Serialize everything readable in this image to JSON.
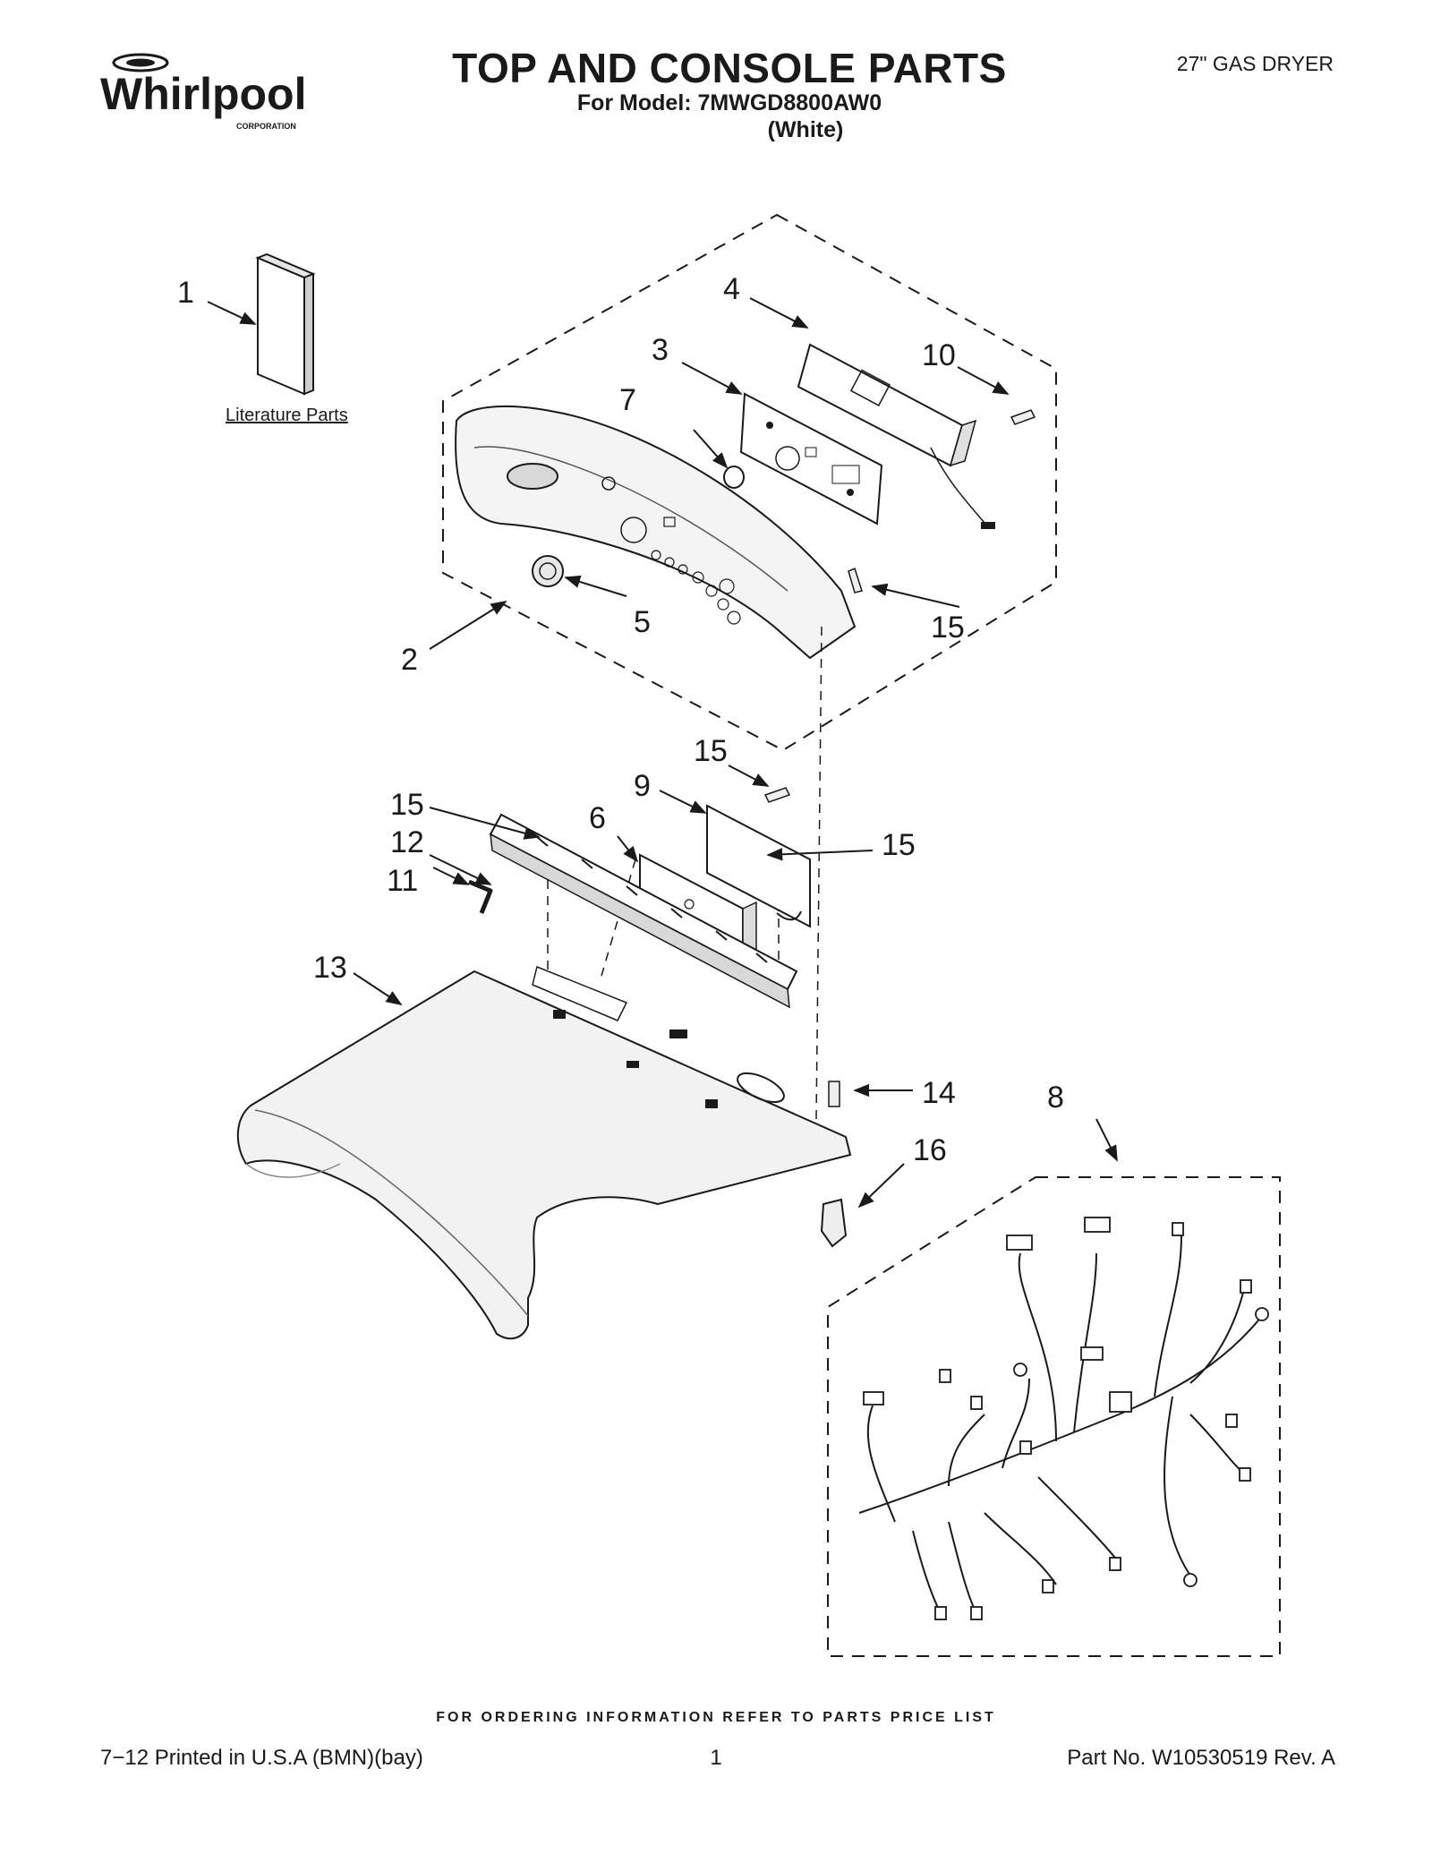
{
  "header": {
    "brand": "Whirlpool",
    "brand_sub": "CORPORATION",
    "title": "TOP AND CONSOLE PARTS",
    "model_line": "For Model: 7MWGD8800AW0",
    "color_line": "(White)",
    "product": "27\" GAS DRYER"
  },
  "diagram": {
    "literature_label": "Literature Parts",
    "callouts": {
      "c1": "1",
      "c2": "2",
      "c3": "3",
      "c4": "4",
      "c5": "5",
      "c6": "6",
      "c7": "7",
      "c8": "8",
      "c9": "9",
      "c10": "10",
      "c11": "11",
      "c12": "12",
      "c13": "13",
      "c14": "14",
      "c15a": "15",
      "c15b": "15",
      "c15c": "15",
      "c15d": "15",
      "c16": "16"
    }
  },
  "footer": {
    "order_note": "FOR ORDERING INFORMATION REFER TO PARTS PRICE LIST",
    "printed": "7−12 Printed in U.S.A (BMN)(bay)",
    "page": "1",
    "part_no": "Part No. W10530519 Rev. A"
  }
}
